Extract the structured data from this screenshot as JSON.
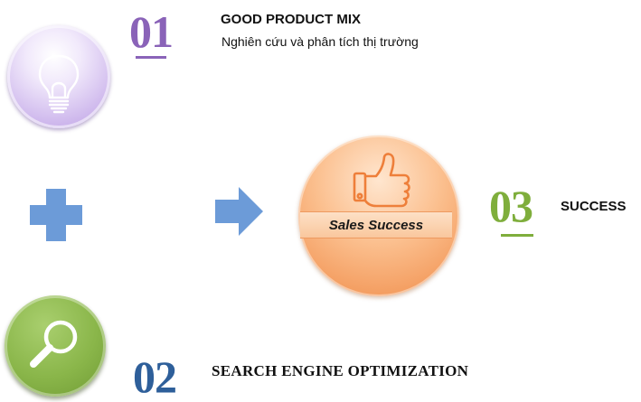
{
  "steps": [
    {
      "number": "01",
      "title": "GOOD PRODUCT MIX",
      "subtitle": "Nghiên cứu và phân tích thị trường"
    },
    {
      "number": "02",
      "title": "SEARCH ENGINE OPTIMIZATION"
    },
    {
      "number": "03",
      "title": "SUCCESS"
    }
  ],
  "center": {
    "label": "Sales Success"
  },
  "colors": {
    "step1": "#8a63b8",
    "step2": "#2e5f9a",
    "step3": "#7fae3c",
    "plus": "#6c9bd8",
    "arrow": "#6c9bd8",
    "success_circle": "#f6a86f"
  },
  "icons": {
    "step1": "lightbulb-icon",
    "step2": "magnifier-icon",
    "center": "thumbs-up-icon",
    "operator": "plus-icon",
    "flow": "arrow-right-icon"
  }
}
